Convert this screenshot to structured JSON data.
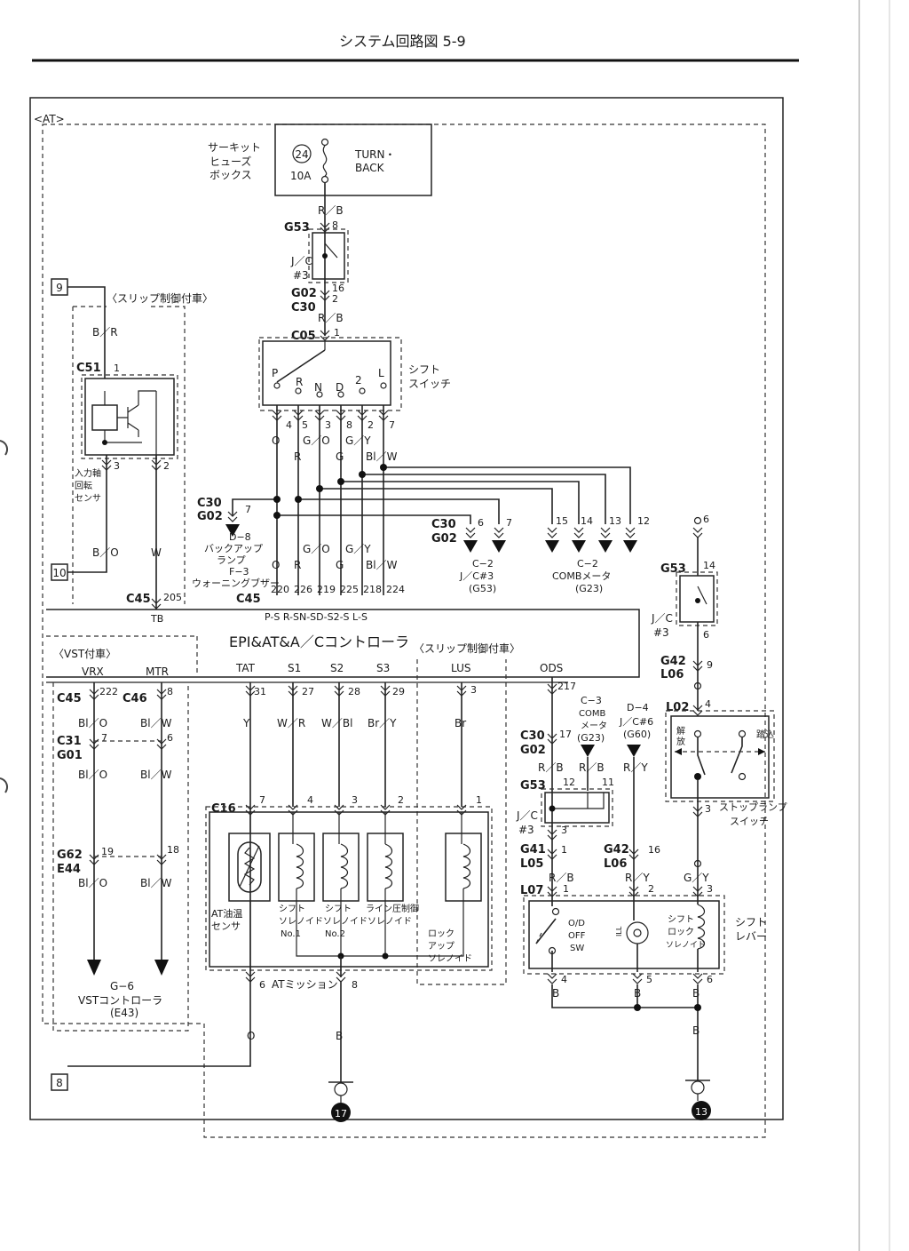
{
  "header": {
    "title": "システム回路図 5-9"
  },
  "frame_label": "<AT>",
  "fuse": {
    "line1": "サーキット",
    "line2": "ヒューズ",
    "line3": "ボックス",
    "number": "24",
    "rating": "10A",
    "name1": "TURN・",
    "name2": "BACK"
  },
  "jc_top": {
    "conn_top": "G53",
    "pin_top": "8",
    "label1": "J／C",
    "label2": "#3",
    "conn_bottom": "G02",
    "pin_b1": "16",
    "conn_c30": "C30",
    "pin_b2": "2"
  },
  "wires": {
    "rb": "R／B",
    "br": "B／R",
    "bo": "B／O",
    "w": "W",
    "o": "O",
    "r": "R",
    "go": "G／O",
    "g": "G",
    "gy": "G／Y",
    "blw": "Bl／W",
    "y": "Y",
    "wr": "W／R",
    "wbl": "W／Bl",
    "bry": "Br／Y",
    "brn": "Br",
    "ry": "R／Y",
    "b": "B",
    "blo": "Bl／O"
  },
  "shift_switch": {
    "conn": "C05",
    "pin": "1",
    "label1": "シフト",
    "label2": "スイッチ",
    "positions": [
      "P",
      "R",
      "N",
      "D",
      "2",
      "L"
    ],
    "pins": [
      "4",
      "5",
      "3",
      "8",
      "2",
      "7"
    ]
  },
  "slip_label": "〈スリップ制御付車〉",
  "sensor": {
    "conn": "C51",
    "pin": "1",
    "pin3": "3",
    "pin2": "2",
    "label1": "入力軸",
    "label2": "回転",
    "label3": "センサ"
  },
  "terminals": {
    "t9": "9",
    "t10": "10",
    "t8": "8"
  },
  "backup": {
    "conn_top": "C30",
    "conn_bottom": "G02",
    "pin": "7",
    "dest1": "D−8",
    "dest2": "バックアップ",
    "dest3": "ランプ",
    "dest4": "F−3",
    "dest5": "ウォーニングブザー"
  },
  "jc3_branch": {
    "conn_top": "C30",
    "conn_bottom": "G02",
    "pin1": "6",
    "pin2": "7",
    "dest1": "C−2",
    "dest2": "J／C#3",
    "dest3": "(G53)"
  },
  "comb_branch": {
    "pins": [
      "15",
      "14",
      "13",
      "12"
    ],
    "dest1": "C−2",
    "dest2": "COMBメータ",
    "dest3": "(G23)"
  },
  "g53_right": {
    "pin_top": "6",
    "conn": "G53",
    "pin14": "14",
    "label1": "J／C",
    "label2": "#3",
    "pin6": "6",
    "conn_g42": "G42",
    "conn_l06": "L06",
    "pin9": "9"
  },
  "controller": {
    "conn_c45": "C45",
    "pin205": "205",
    "tb": "TB",
    "conn_c45b": "C45",
    "pins": [
      "220",
      "226",
      "219",
      "225",
      "218",
      "224"
    ],
    "signals": "P-S R-SN-SD-S2-S L-S",
    "name": "EPI&AT&A／Cコントローラ",
    "slip": "〈スリップ制御付車〉",
    "vst": "〈VST付車〉",
    "vrx": "VRX",
    "mtr": "MTR",
    "tat": "TAT",
    "s1": "S1",
    "s2": "S2",
    "s3": "S3",
    "lus": "LUS",
    "ods": "ODS"
  },
  "vst": {
    "c45": "C45",
    "pin222": "222",
    "c46": "C46",
    "pin8": "8",
    "c31": "C31",
    "g01": "G01",
    "pin7": "7",
    "pin6": "6",
    "g62": "G62",
    "e44": "E44",
    "pin19": "19",
    "pin18": "18",
    "dest1": "G−6",
    "dest2": "VSTコントローラ",
    "dest3": "(E43)"
  },
  "ctrl_pins": {
    "tat": "31",
    "s1": "27",
    "s2": "28",
    "s3": "29",
    "lus": "3",
    "ods": "217"
  },
  "solenoid": {
    "conn": "C16",
    "pins": [
      "7",
      "4",
      "3",
      "2",
      "1"
    ],
    "oil1": "AT油温",
    "oil2": "センサ",
    "sh1a": "シフト",
    "sh1b": "ソレノイド",
    "sh1c": "No.1",
    "sh2a": "シフト",
    "sh2b": "ソレノイド",
    "sh2c": "No.2",
    "lp1": "ライン圧制御",
    "lp2": "ソレノイド",
    "lu1": "ロック",
    "lu2": "アップ",
    "lu3": "ソレノイド",
    "pin6": "6",
    "mission": "ATミッション",
    "pin8": "8",
    "ground": "17"
  },
  "ods_side": {
    "c3a": "C−3",
    "c3b": "COMB",
    "c3c": "メータ",
    "c3d": "(G23)",
    "d4a": "D−4",
    "d4b": "J／C#6",
    "d4c": "(G60)",
    "c30": "C30",
    "g02": "G02",
    "pin17": "17",
    "g53": "G53",
    "pin12": "12",
    "pin11": "11",
    "jc1": "J／C",
    "jc2": "#3",
    "pin3": "3",
    "g41": "G41",
    "l05": "L05",
    "pin1": "1",
    "g42": "G42",
    "l06": "L06",
    "pin16": "16"
  },
  "stop_switch": {
    "conn": "L02",
    "pin4": "4",
    "release": "解放",
    "press": "踏込",
    "pin3": "3",
    "label1": "ストップランプ",
    "label2": "スイッチ"
  },
  "shift_lever": {
    "conn": "L07",
    "pins": [
      "1",
      "2",
      "3"
    ],
    "od1": "O/D",
    "od2": "OFF",
    "od3": "SW",
    "ill": "ILL",
    "sl1": "シフト",
    "sl2": "ロック",
    "sl3": "ソレノイド",
    "label1": "シフト",
    "label2": "レバー",
    "pin4": "4",
    "pin5": "5",
    "pin6": "6",
    "ground": "13"
  },
  "colors": {
    "ink": "#222222",
    "paper": "#ffffff"
  }
}
